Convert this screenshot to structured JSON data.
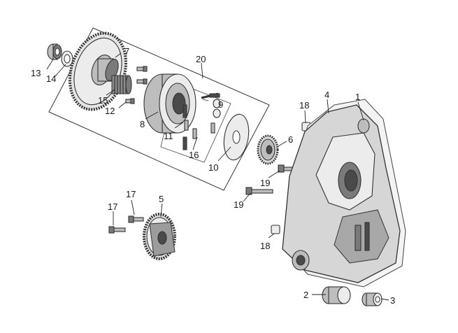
{
  "callouts": [
    {
      "id": "c1",
      "text": "1"
    },
    {
      "id": "c2",
      "text": "2"
    },
    {
      "id": "c3",
      "text": "3"
    },
    {
      "id": "c4",
      "text": "4"
    },
    {
      "id": "c5",
      "text": "5"
    },
    {
      "id": "c6",
      "text": "6"
    },
    {
      "id": "c7",
      "text": "7"
    },
    {
      "id": "c8",
      "text": "8"
    },
    {
      "id": "c9",
      "text": "9"
    },
    {
      "id": "c10",
      "text": "10"
    },
    {
      "id": "c11",
      "text": "11"
    },
    {
      "id": "c12",
      "text": "12"
    },
    {
      "id": "c13",
      "text": "13"
    },
    {
      "id": "c14",
      "text": "14"
    },
    {
      "id": "c15",
      "text": "15"
    },
    {
      "id": "c16",
      "text": "16"
    },
    {
      "id": "c17a",
      "text": "17"
    },
    {
      "id": "c17b",
      "text": "17"
    },
    {
      "id": "c18a",
      "text": "18"
    },
    {
      "id": "c18b",
      "text": "18"
    },
    {
      "id": "c19a",
      "text": "19"
    },
    {
      "id": "c19b",
      "text": "19"
    },
    {
      "id": "c20",
      "text": "20"
    }
  ]
}
